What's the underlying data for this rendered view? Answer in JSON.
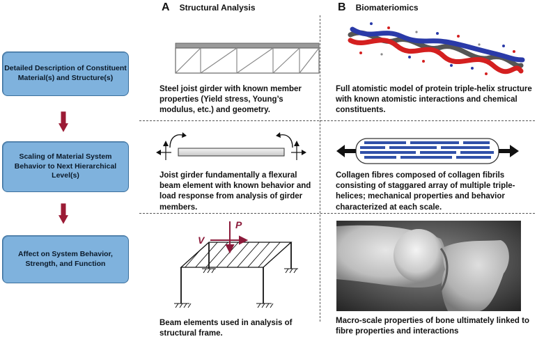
{
  "columns": {
    "a": {
      "letter": "A",
      "title": "Structural Analysis"
    },
    "b": {
      "letter": "B",
      "title": "Biomateriomics"
    }
  },
  "steps": [
    {
      "label": "Detailed Description of Constituent Material(s) and Structure(s)"
    },
    {
      "label": "Scaling of Material System Behavior to Next Hierarchical Level(s)"
    },
    {
      "label": "Affect on System Behavior, Strength, and Function"
    }
  ],
  "captions": {
    "a1": "Steel joist girder with known member properties (Yield stress, Young’s modulus, etc.) and geometry.",
    "b1": "Full atomistic model of protein triple-helix structure with known atomistic interactions and chemical constituents.",
    "a2": "Joist girder fundamentally a flexural beam element with known behavior and load response from analysis of girder members.",
    "b2": "Collagen fibres composed of collagen fibrils consisting of staggared array of multiple triple-helices; mechanical properties and behavior characterized at each scale.",
    "a3": "Beam elements used in analysis of structural frame.",
    "b3": "Macro-scale properties of bone ultimately linked to fibre properties and interactions"
  },
  "frame_labels": {
    "p": "P",
    "v": "V"
  },
  "colors": {
    "box_fill": "#7fb2dd",
    "box_border": "#3a6f9c",
    "arrow": "#9b1b35",
    "fibril": "#3050a8",
    "helix_red": "#d42020",
    "helix_blue": "#2a3aa8",
    "helix_gray": "#555555",
    "load": "#8b1a3a"
  }
}
